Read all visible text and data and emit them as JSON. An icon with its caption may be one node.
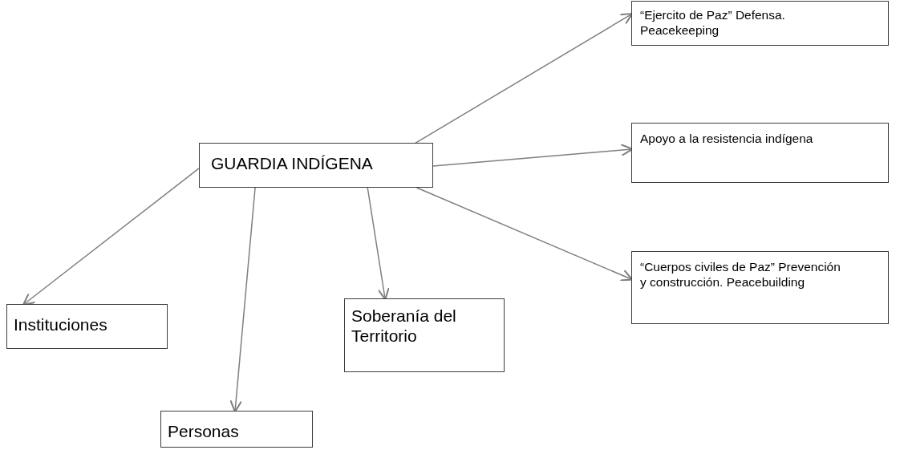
{
  "diagram": {
    "nodes": [
      {
        "text": [
          "GUARDIA INDÍGENA"
        ]
      },
      {
        "text": [
          "“Ejercito de Paz” Defensa. Peacekeeping"
        ]
      },
      {
        "text": [
          "Apoyo a la resistencia indígena"
        ]
      },
      {
        "text": [
          "“Cuerpos civiles de Paz” Prevención y construcción. Peacebuilding"
        ]
      },
      {
        "text": [
          "Instituciones"
        ]
      },
      {
        "text": [
          "Soberanía del Territorio"
        ]
      },
      {
        "text": [
          "Personas"
        ]
      }
    ],
    "edges": [
      {
        "from": 0,
        "to": 1,
        "arrow": "to"
      },
      {
        "from": 0,
        "to": 2,
        "arrow": "to"
      },
      {
        "from": 0,
        "to": 3,
        "arrow": "to"
      },
      {
        "from": 0,
        "to": 4,
        "arrow": "to"
      },
      {
        "from": 0,
        "to": 6,
        "arrow": "to"
      },
      {
        "from": 0,
        "to": 5,
        "arrow": "to"
      }
    ]
  }
}
